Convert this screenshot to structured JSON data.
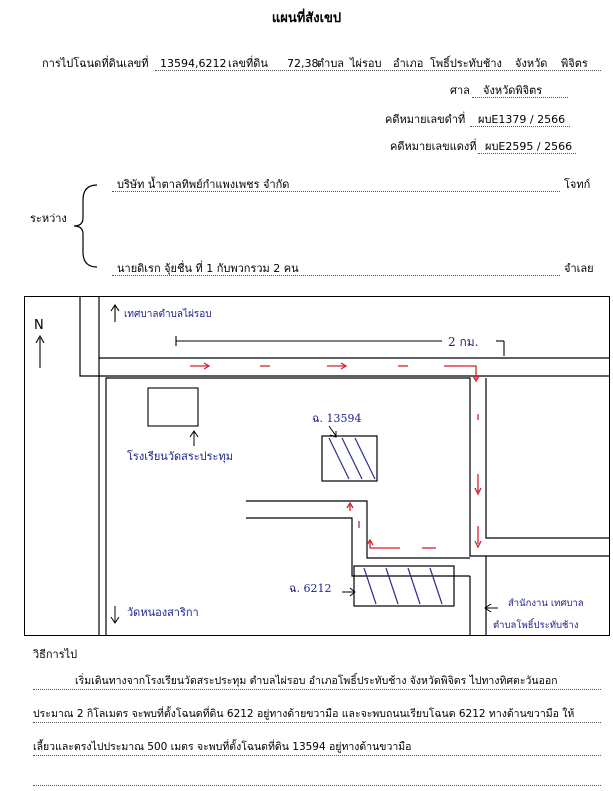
{
  "title": "แผนที่สังเขป",
  "header": {
    "line1_prefix": "การไปโฉนดที่ดินเลขที่",
    "deed_numbers": "13594,6212",
    "land_no_label": "เลขที่ดิน",
    "land_numbers": "72,38",
    "subdistrict_label": "ตำบล",
    "subdistrict": "ไผ่รอบ",
    "district_label": "อำเภอ",
    "district": "โพธิ์ประทับช้าง",
    "province_label": "จังหวัด",
    "province": "พิจิตร",
    "court_label": "ศาล",
    "court": "จังหวัดพิจิตร",
    "black_case_label": "คดีหมายเลขดำที่",
    "black_case": "ผบE1379 / 2566",
    "red_case_label": "คดีหมายเลขแดงที่",
    "red_case": "ผบE2595 / 2566"
  },
  "parties": {
    "between_label": "ระหว่าง",
    "plaintiff": "บริษัท น้ำตาลทิพย์กำแพงเพชร จำกัด",
    "plaintiff_role": "โจทก์",
    "defendant": "นายดิเรก จุ้ยชื่น ที่ 1 กับพวกรวม 2 คน",
    "defendant_role": "จำเลย"
  },
  "map": {
    "north_label": "N",
    "municipality_top": "เทศบาลตำบลไผ่รอบ",
    "distance": "2 กม.",
    "school": "โรงเรียนวัดสระประทุม",
    "deed_a": "ฉ. 13594",
    "deed_b": "ฉ. 6212",
    "temple": "วัดหนองสาริกา",
    "office_line1": "สำนักงาน เทศบาล",
    "office_line2": "ตำบลโพธิ์ประทับช้าง",
    "route_color": "#d2232a",
    "ink_color": "#1b1f8a"
  },
  "directions": {
    "heading": "วิธีการไป",
    "line1": "เริ่มเดินทางจากโรงเรียนวัดสระประทุม ตำบลไผ่รอบ อำเภอโพธิ์ประทับช้าง จังหวัดพิจิตร ไปทางทิศตะวันออก",
    "line2": "ประมาณ 2 กิโลเมตร จะพบที่ตั้งโฉนดที่ดิน 6212 อยู่ทางด้ายขวามือ และจะพบถนนเรียบโฉนด 6212 ทางด้านขวามือ ให้",
    "line3": "เลี้ยวและตรงไปประมาณ 500 เมตร จะพบที่ตั้งโฉนดที่ดิน 13594 อยู่ทางด้านขวามือ"
  }
}
